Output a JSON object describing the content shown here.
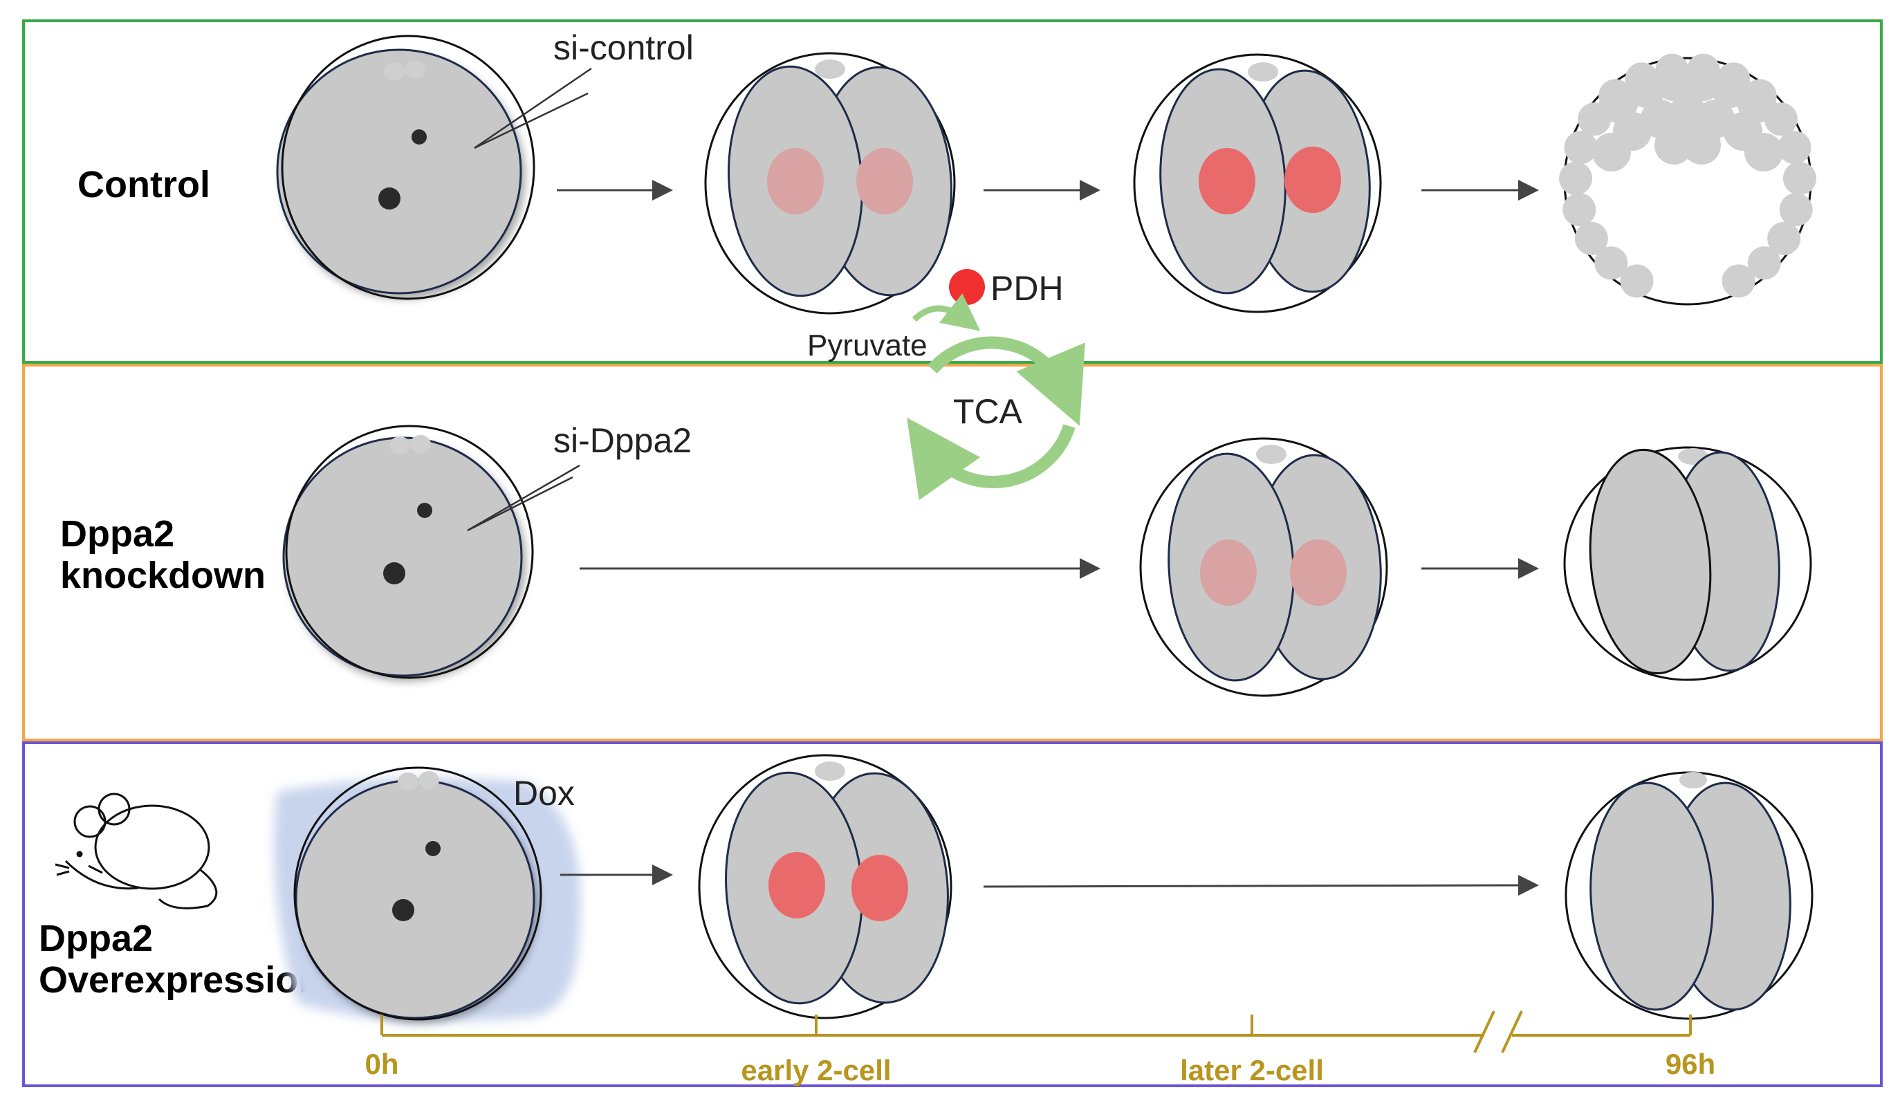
{
  "rows": {
    "control": {
      "label": "Control",
      "injection": "si-control"
    },
    "knockdown": {
      "label_line1": "Dppa2",
      "label_line2": "knockdown",
      "injection": "si-Dppa2"
    },
    "overexpression": {
      "label_line1": "Dppa2",
      "label_line2": "Overexpression",
      "treatment": "Dox"
    }
  },
  "metabolism": {
    "enzyme": "PDH",
    "substrate": "Pyruvate",
    "cycle": "TCA"
  },
  "timeline": {
    "ticks": [
      "0h",
      "early 2-cell",
      "later 2-cell",
      "96h"
    ]
  },
  "colors": {
    "control_frame": "#3aaa4a",
    "knockdown_frame": "#f0a84a",
    "overexpression_frame": "#6b55d8",
    "cell_fill": "#c8c8c8",
    "nucleus_strong": "#e96a6a",
    "nucleus_faint": "#d9a3a3",
    "pdh_dot": "#f03030",
    "tca_cycle": "#9bcf86",
    "timeline": "#b8951e",
    "dox_halo": "#c8d4ec"
  }
}
